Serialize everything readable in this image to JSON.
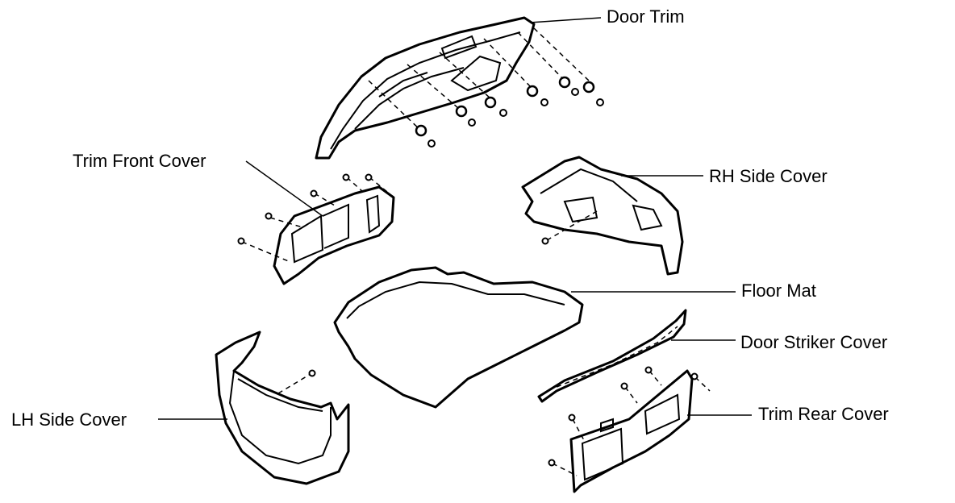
{
  "labels": {
    "door_trim": "Door Trim",
    "trim_front_cover": "Trim Front Cover",
    "rh_side_cover": "RH Side Cover",
    "floor_mat": "Floor Mat",
    "door_striker_cover": "Door Striker Cover",
    "lh_side_cover": "LH Side Cover",
    "trim_rear_cover": "Trim Rear Cover"
  }
}
